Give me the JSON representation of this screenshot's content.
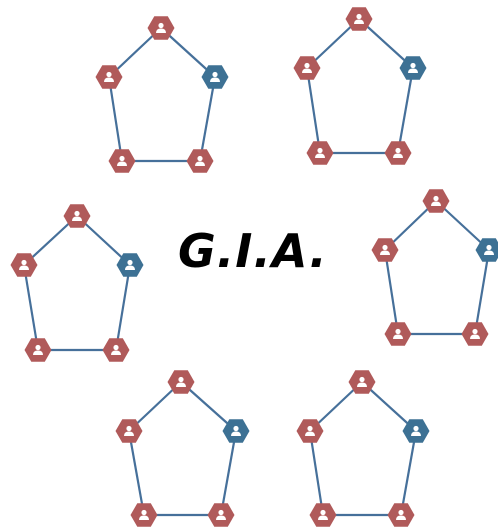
{
  "title": "G.I.A.",
  "colors": {
    "edge": "#46709a",
    "node_red": "#b05a5a",
    "node_blue": "#3d7194",
    "icon": "#ffffff",
    "title": "#000000"
  },
  "icons": {
    "node": "person-icon"
  },
  "groups": [
    {
      "id": "top-left",
      "nodes": [
        "red",
        "blue",
        "red",
        "red",
        "red"
      ]
    },
    {
      "id": "top-right",
      "nodes": [
        "red",
        "blue",
        "red",
        "red",
        "red"
      ]
    },
    {
      "id": "middle-left",
      "nodes": [
        "red",
        "blue",
        "red",
        "red",
        "red"
      ]
    },
    {
      "id": "middle-right",
      "nodes": [
        "red",
        "blue",
        "red",
        "red",
        "red"
      ]
    },
    {
      "id": "bottom-left",
      "nodes": [
        "red",
        "blue",
        "red",
        "red",
        "red"
      ]
    },
    {
      "id": "bottom-right",
      "nodes": [
        "red",
        "blue",
        "red",
        "red",
        "red"
      ]
    }
  ]
}
